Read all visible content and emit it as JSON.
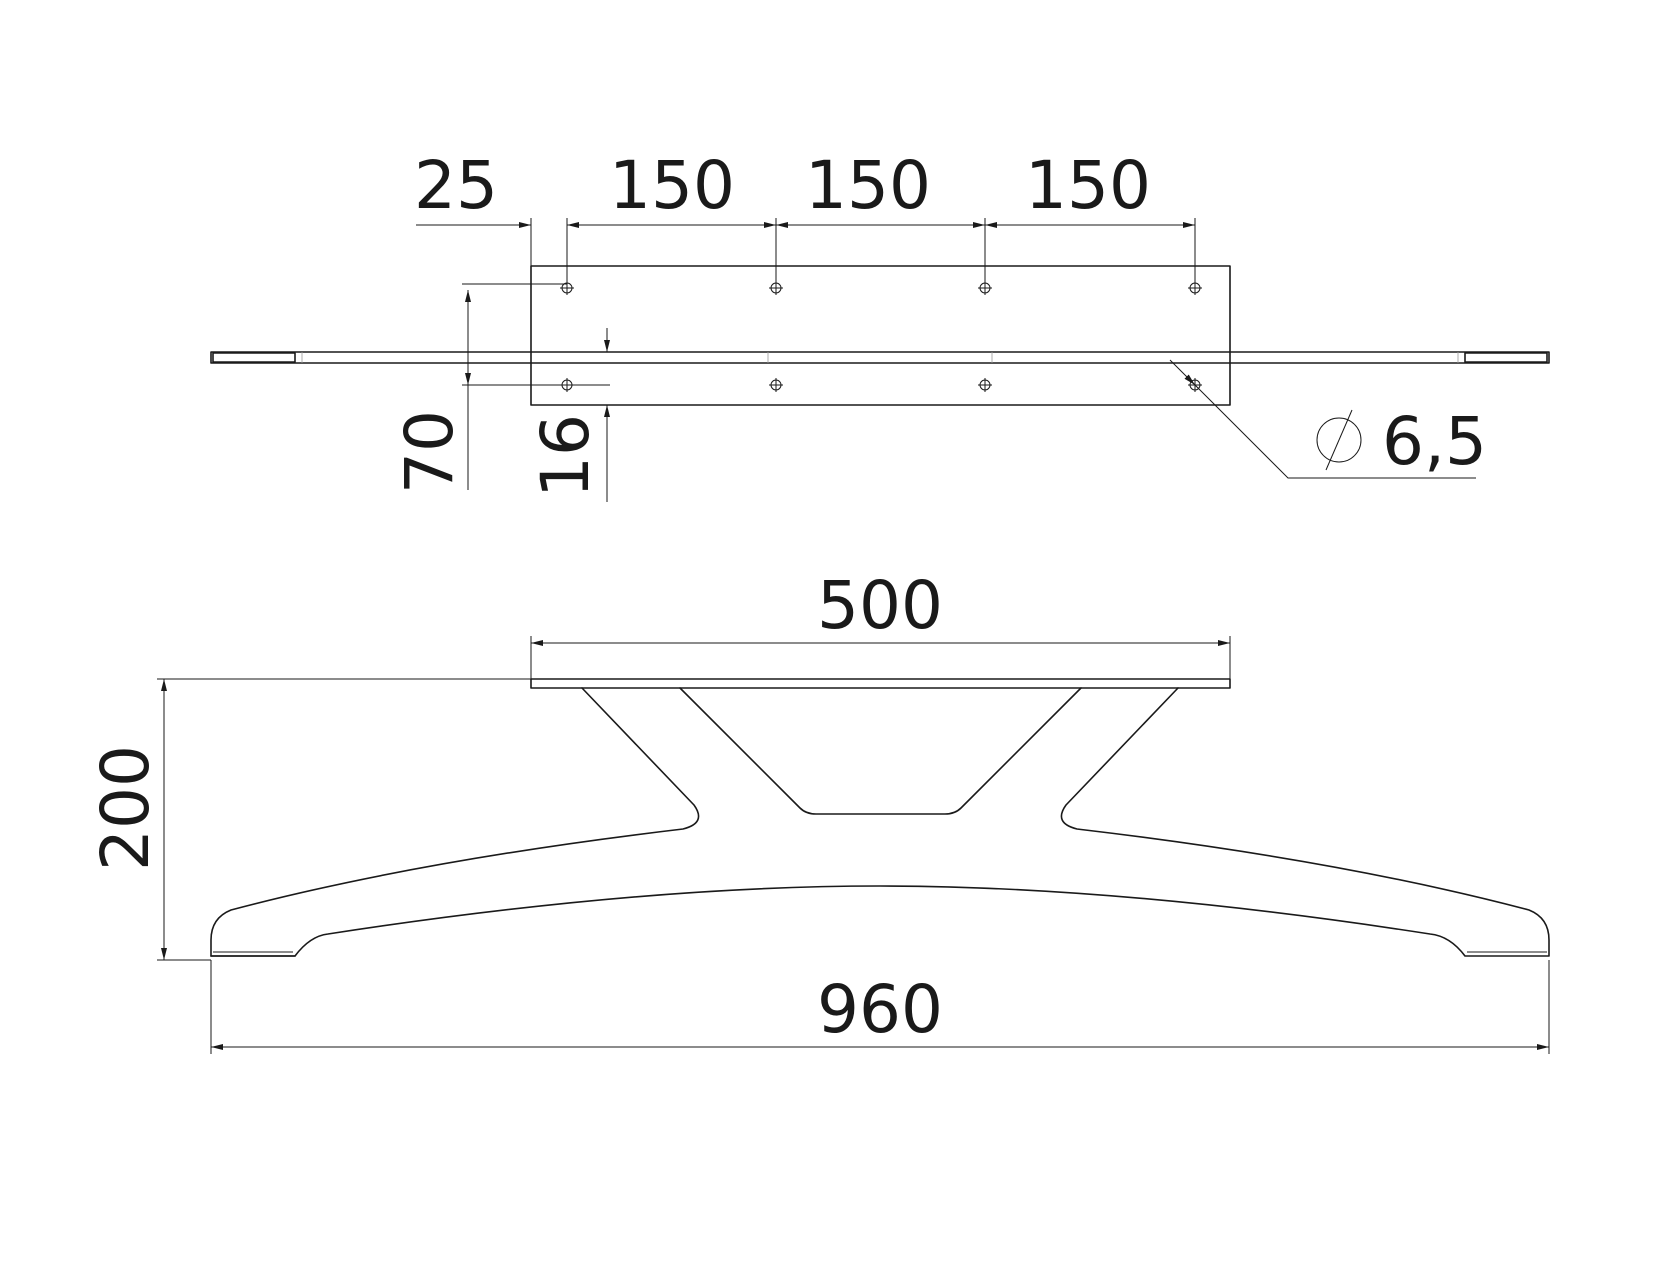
{
  "colors": {
    "line": "#1a1a1a",
    "background": "#ffffff"
  },
  "top_view": {
    "spacing_edge": "25",
    "spacing_1": "150",
    "spacing_2": "150",
    "spacing_3": "150",
    "hole_row_distance": "70",
    "bar_width": "16",
    "hole_diameter": "6,5",
    "diameter_symbol": "diameter-symbol-icon"
  },
  "front_view": {
    "plate_length": "500",
    "height": "200",
    "overall_length": "960"
  }
}
